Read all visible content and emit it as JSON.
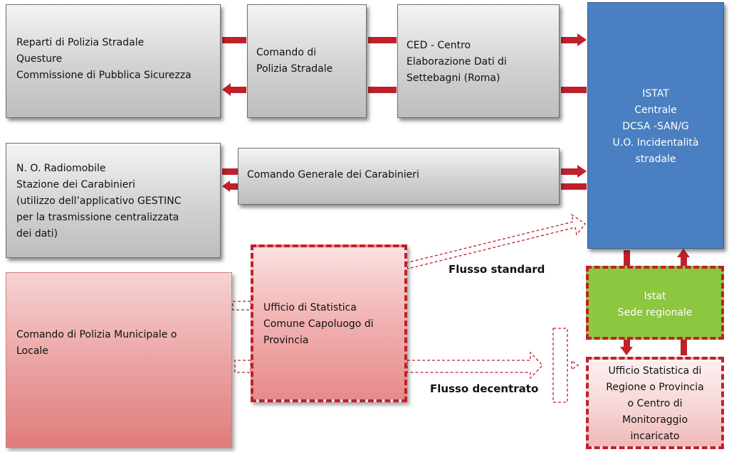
{
  "boxes": {
    "reparti": [
      "Reparti di Polizia Stradale",
      "Questure",
      "Commissione di Pubblica Sicurezza"
    ],
    "comando_stradale": [
      "Comando di",
      "Polizia Stradale"
    ],
    "ced": [
      "CED - Centro",
      "Elaborazione Dati di",
      "Settebagni (Roma)"
    ],
    "istat_centrale": [
      "ISTAT",
      "Centrale",
      "DCSA -SAN/G",
      "U.O. Incidentalità",
      "stradale"
    ],
    "radiomobile": [
      "N. O. Radiomobile",
      "Stazione dei Carabinieri",
      "(utilizzo dell’applicativo GESTINC",
      "per la trasmissione centralizzata",
      "dei dati)"
    ],
    "comando_carabinieri": [
      "Comando Generale dei Carabinieri"
    ],
    "polizia_municipale": [
      "Comando di Polizia Municipale o",
      "Locale"
    ],
    "ufficio_comune": [
      "Ufficio di Statistica",
      "Comune Capoluogo di",
      "Provincia"
    ],
    "istat_regionale": [
      "Istat",
      "Sede regionale"
    ],
    "ufficio_regione": [
      "Ufficio Statistica di",
      "Regione o Provincia",
      "o Centro di",
      "Monitoraggio",
      "incaricato"
    ]
  },
  "labels": {
    "flusso_standard": "Flusso standard",
    "flusso_decentrato": "Flusso decentrato"
  },
  "colors": {
    "arrow": "#c0202a",
    "istat_blue": "#4a7fc1",
    "istat_green": "#8dc63f"
  }
}
